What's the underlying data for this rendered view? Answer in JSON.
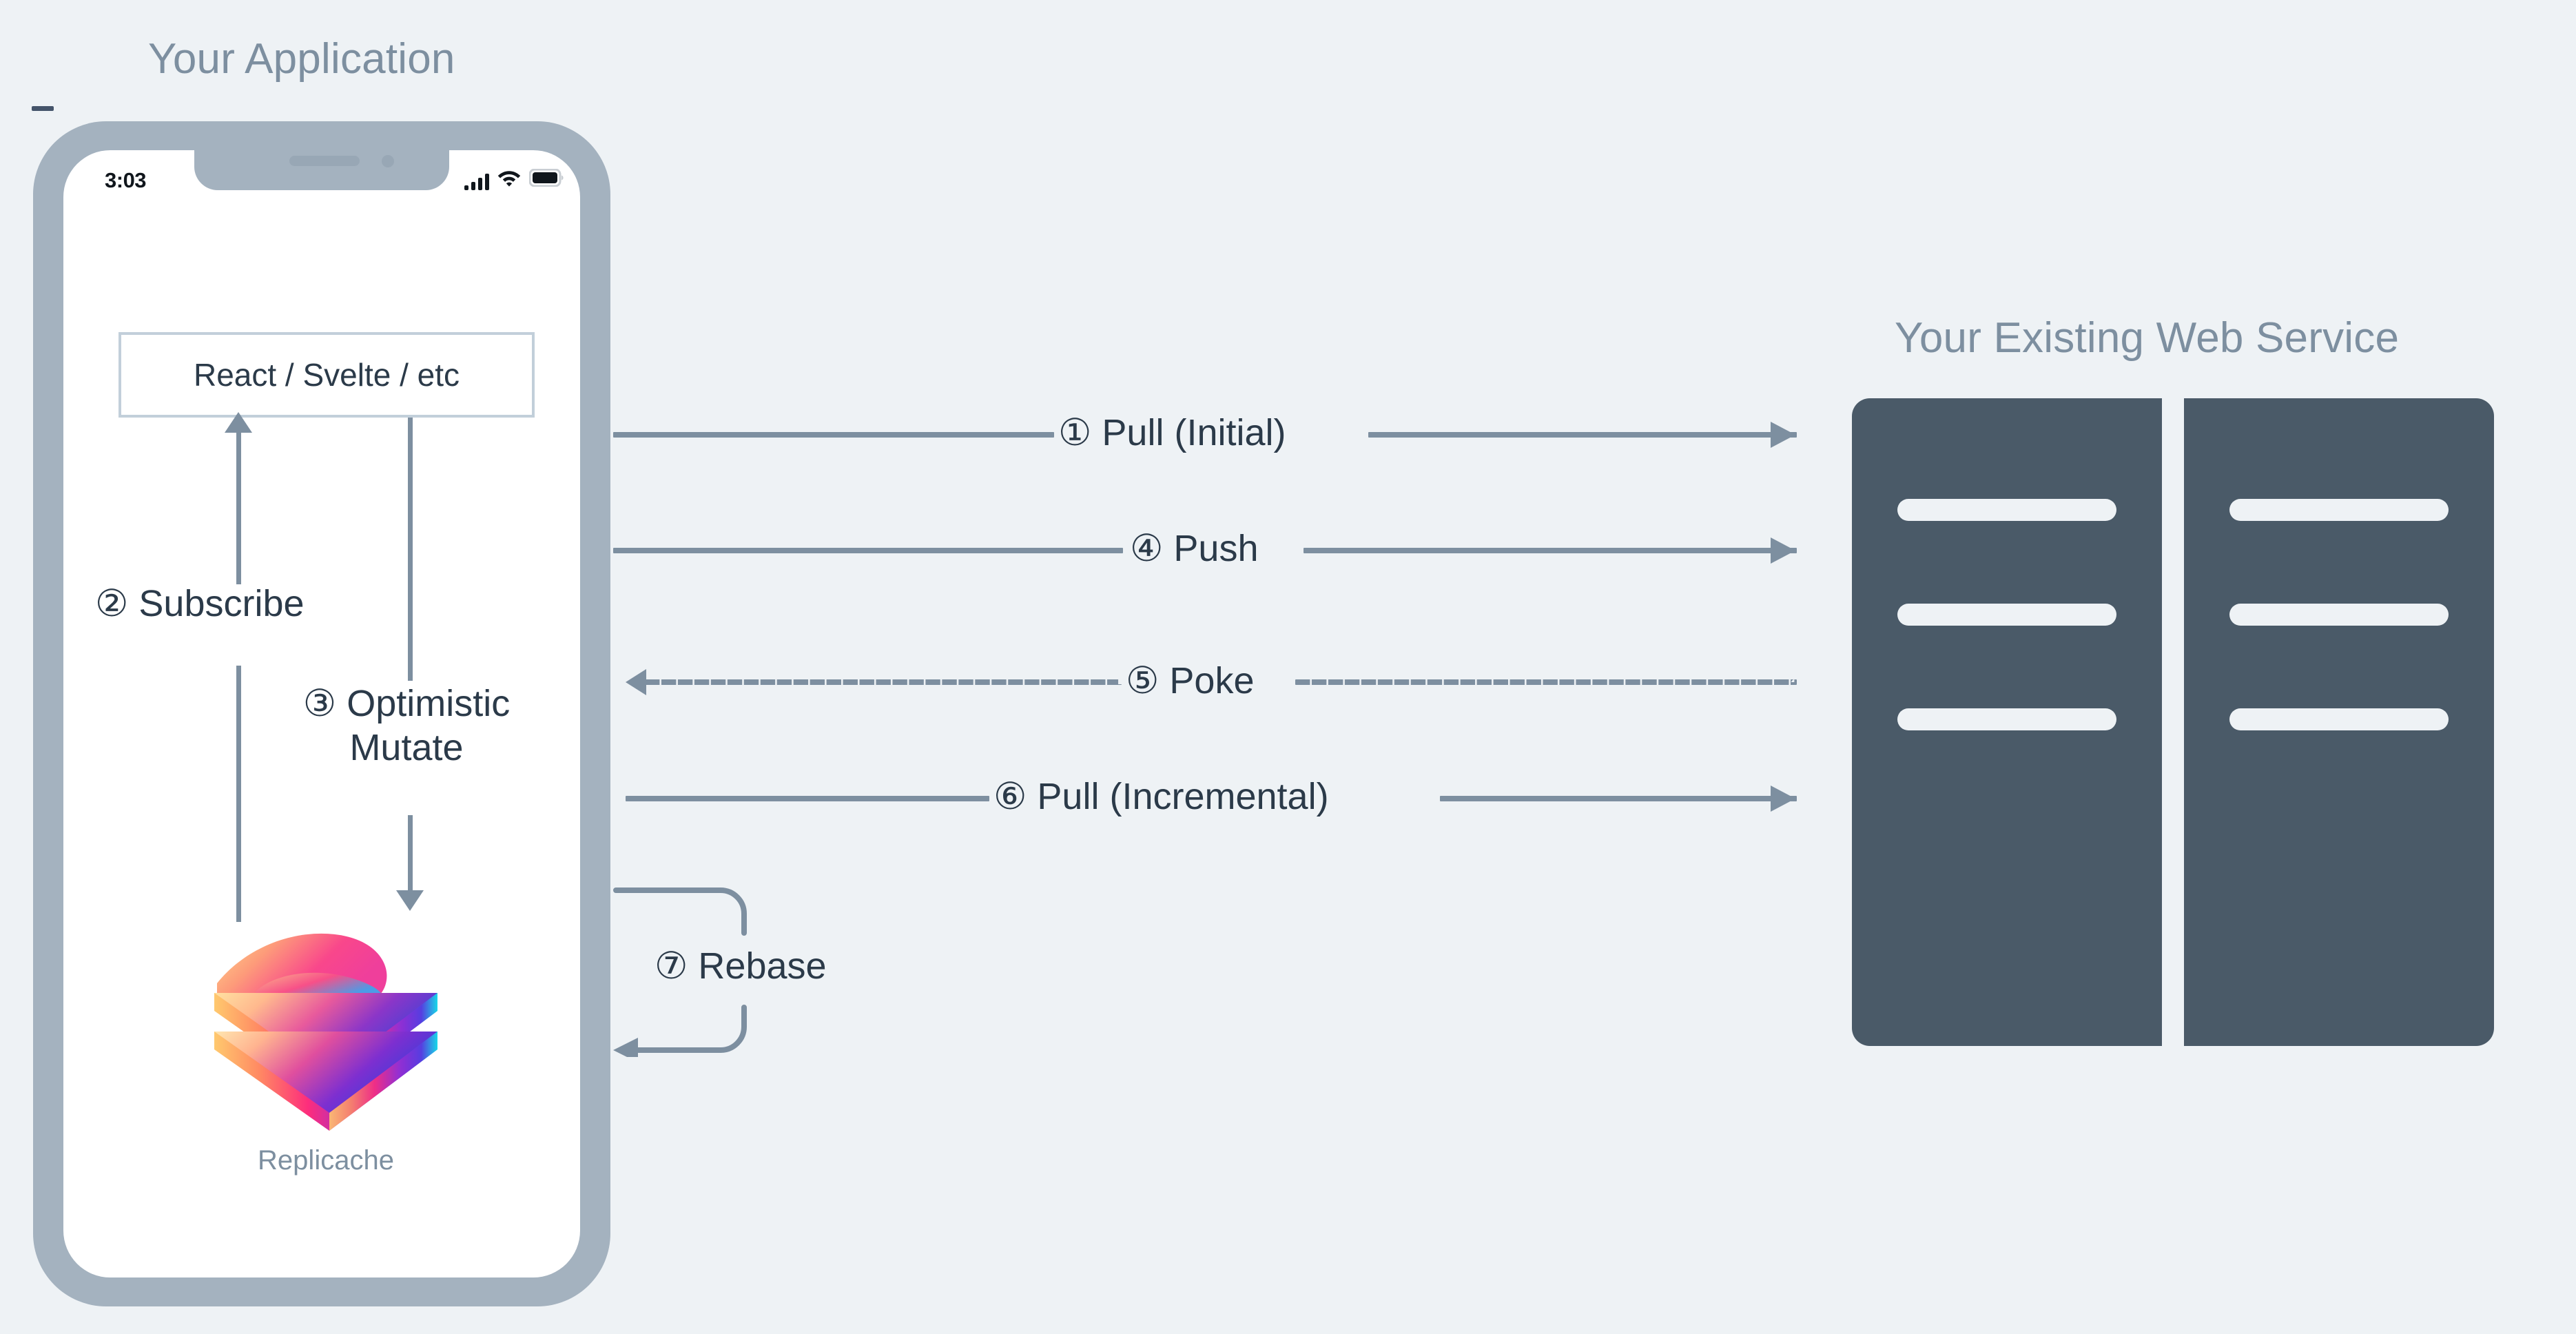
{
  "colors": {
    "background": "#eef2f5",
    "title_text": "#7d8fa0",
    "body_text": "#2b3a49",
    "arrow": "#7d8fa0",
    "phone_frame": "#a4b2bf",
    "phone_screen": "#ffffff",
    "box_border": "#c2cfda",
    "server_fill": "#4a5a68",
    "server_bar": "#eef2f5"
  },
  "app_panel": {
    "title": "Your Application",
    "phone": {
      "status_bar": {
        "time": "3:03",
        "icons": [
          "cellular-signal-icon",
          "wifi-icon",
          "battery-icon"
        ]
      },
      "ui_box": {
        "label": "React / Svelte / etc"
      },
      "steps": [
        {
          "number": "②",
          "label": "Subscribe",
          "direction": "up",
          "text": "② Subscribe"
        },
        {
          "number": "③",
          "label_line1": "③ Optimistic",
          "label_line2": "Mutate",
          "direction": "down"
        }
      ],
      "storage": {
        "name": "Replicache",
        "logo": "replicache-layers-logo"
      }
    }
  },
  "service_panel": {
    "title": "Your Existing Web Service",
    "servers": [
      {
        "name": "server-rack-left",
        "bars": 3
      },
      {
        "name": "server-rack-right",
        "bars": 3
      }
    ]
  },
  "flows": [
    {
      "id": "pull-initial",
      "number": "①",
      "label": "① Pull (Initial)",
      "direction": "right",
      "style": "solid"
    },
    {
      "id": "push",
      "number": "④",
      "label": "④ Push",
      "direction": "right",
      "style": "solid"
    },
    {
      "id": "poke",
      "number": "⑤",
      "label": "⑤ Poke",
      "direction": "left",
      "style": "dashed"
    },
    {
      "id": "pull-incremental",
      "number": "⑥",
      "label": "⑥ Pull (Incremental)",
      "direction": "right",
      "style": "solid"
    },
    {
      "id": "rebase",
      "number": "⑦",
      "label": "⑦ Rebase",
      "direction": "loop-left",
      "style": "solid"
    }
  ]
}
